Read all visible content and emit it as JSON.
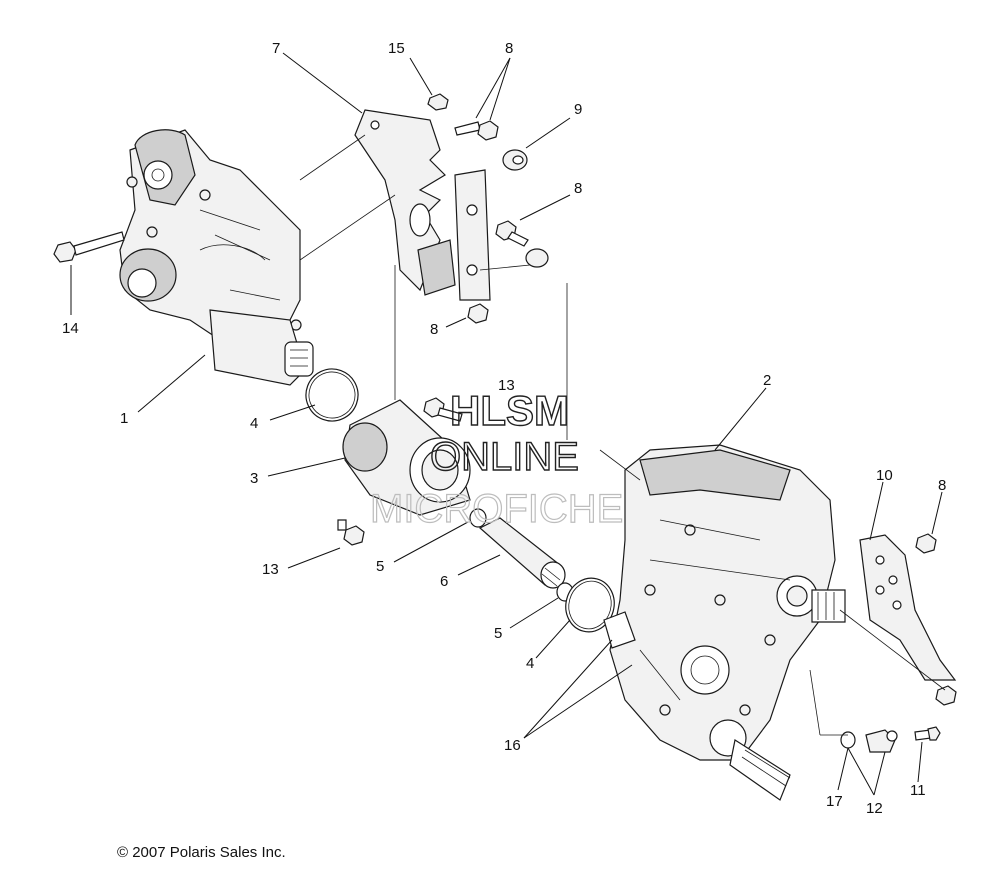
{
  "callouts": {
    "c1": "1",
    "c2": "2",
    "c3": "3",
    "c4a": "4",
    "c4b": "4",
    "c5a": "5",
    "c5b": "5",
    "c6": "6",
    "c7": "7",
    "c8a": "8",
    "c8b": "8",
    "c8c": "8",
    "c8d": "8",
    "c9": "9",
    "c10": "10",
    "c11": "11",
    "c12": "12",
    "c13a": "13",
    "c13b": "13",
    "c14": "14",
    "c15": "15",
    "c16": "16",
    "c17": "17"
  },
  "watermark": {
    "line1": "HLSM",
    "line2": "ONLINE",
    "line3": "MICROFICHE"
  },
  "copyright": "© 2007 Polaris Sales Inc."
}
